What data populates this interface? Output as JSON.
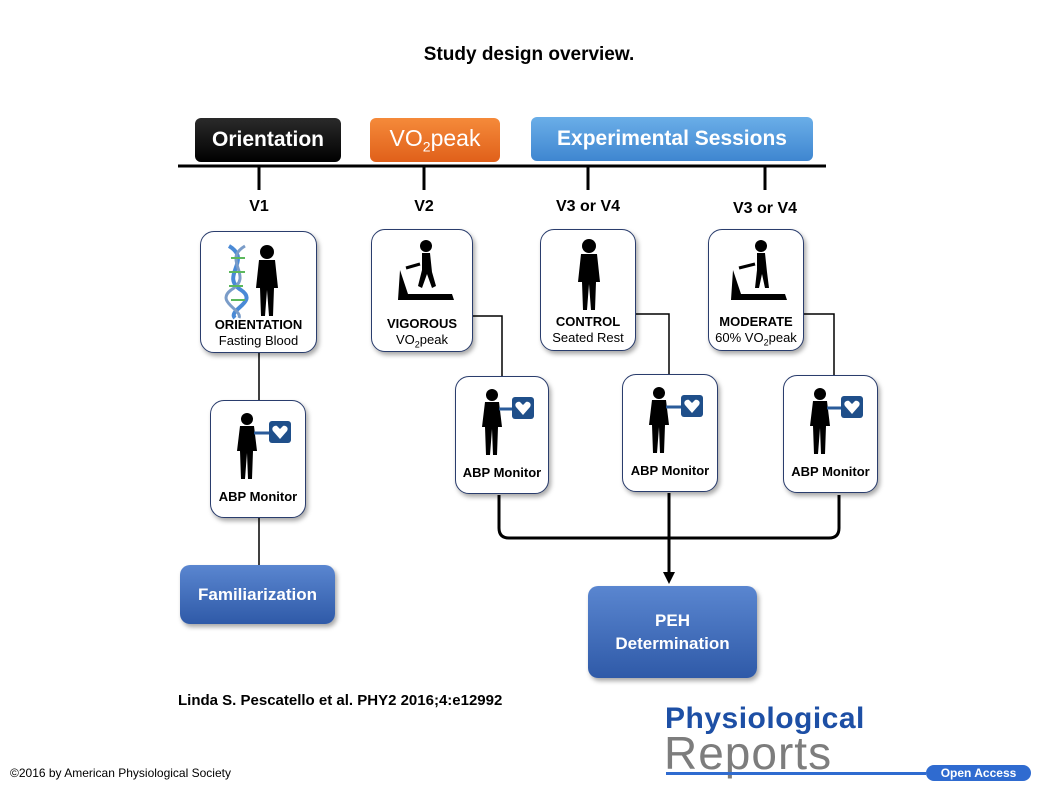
{
  "title": "Study design overview.",
  "phases": {
    "orientation": "Orientation",
    "vo2_main": "VO",
    "vo2_sub": "2",
    "vo2_tail": "peak",
    "experimental": "Experimental Sessions"
  },
  "visits": [
    "V1",
    "V2",
    "V3 or V4",
    "V3 or V4"
  ],
  "cards": {
    "orientation": {
      "line1": "ORIENTATION",
      "line2": "Fasting Blood"
    },
    "vigorous": {
      "line1": "VIGOROUS",
      "line2_main": "VO",
      "line2_sub": "2",
      "line2_tail": "peak"
    },
    "control": {
      "line1": "CONTROL",
      "line2": "Seated Rest"
    },
    "moderate": {
      "line1": "MODERATE",
      "line2_main": "60% VO",
      "line2_sub": "2",
      "line2_tail": "peak"
    },
    "abp": "ABP Monitor"
  },
  "familiarization": "Familiarization",
  "peh": {
    "line1": "PEH",
    "line2": "Determination"
  },
  "citation": "Linda S. Pescatello et al. PHY2 2016;4:e12992",
  "copyright": "©2016 by American Physiological Society",
  "logo": {
    "top": "Physiological",
    "bottom": "Reports",
    "badge": "Open Access"
  },
  "colors": {
    "orientation": "#000000",
    "vo2": "#f07a2a",
    "experimental": "#4a93d8",
    "button": "#3a64b4"
  }
}
